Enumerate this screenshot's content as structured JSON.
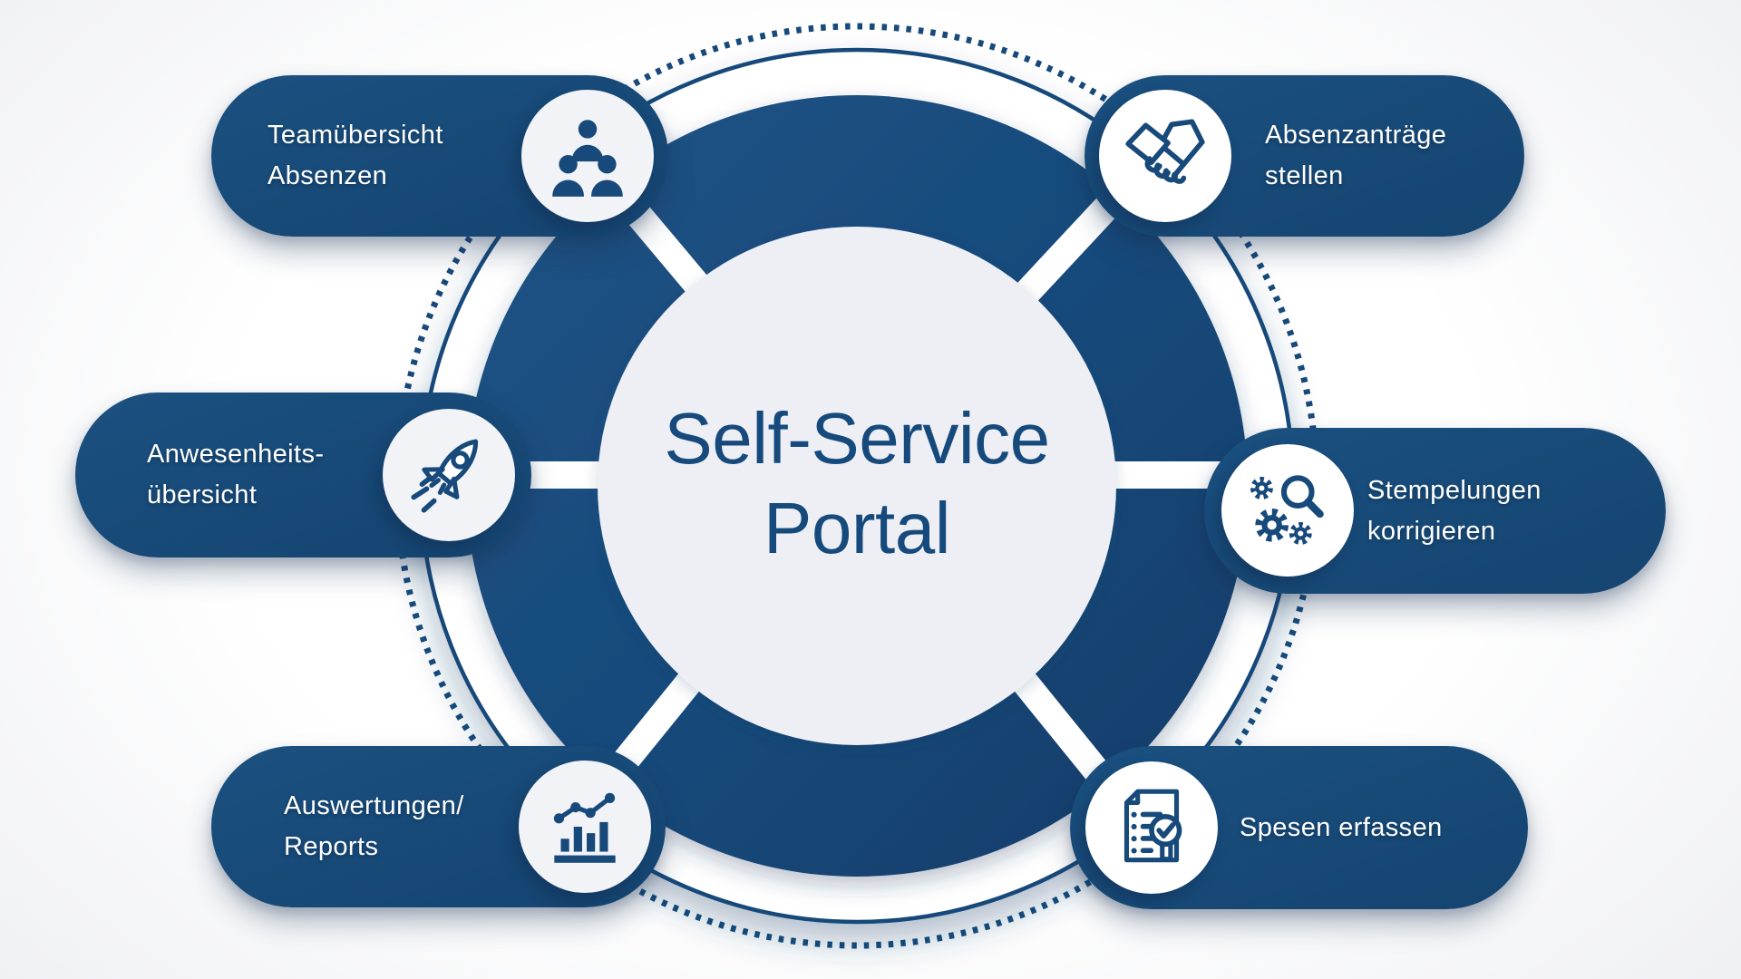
{
  "diagram": {
    "center": {
      "title_line1": "Self-Service",
      "title_line2": "Portal"
    },
    "features": [
      {
        "id": "teamuebersicht-absenzen",
        "line1": "Teamübersicht",
        "line2": "Absenzen",
        "icon": "team-icon",
        "icon_position": "right"
      },
      {
        "id": "absenzantraege-stellen",
        "line1": "Absenzanträge",
        "line2": "stellen",
        "icon": "handshake-icon",
        "icon_position": "left"
      },
      {
        "id": "anwesenheitsuebersicht",
        "line1": "Anwesenheits-",
        "line2": "übersicht",
        "icon": "rocket-icon",
        "icon_position": "right"
      },
      {
        "id": "stempelungen-korrigieren",
        "line1": "Stempelungen",
        "line2": "korrigieren",
        "icon": "gears-magnifier-icon",
        "icon_position": "left"
      },
      {
        "id": "auswertungen-reports",
        "line1": "Auswertungen/",
        "line2": "Reports",
        "icon": "bar-chart-icon",
        "icon_position": "right"
      },
      {
        "id": "spesen-erfassen",
        "line1": "Spesen erfassen",
        "icon": "document-check-magnifier-icon",
        "icon_position": "left"
      }
    ],
    "colors": {
      "navy": "#17497A",
      "navy_dark": "#103C68",
      "navy_light": "#1E5486",
      "hub_fill": "#EDEFF4",
      "ring_white": "#FFFFFF",
      "icon_circle_left": "#F1F3F7",
      "icon_circle_right": "#FFFFFF",
      "label_text": "#FFFFFF",
      "title_text": "#164A7C"
    }
  }
}
